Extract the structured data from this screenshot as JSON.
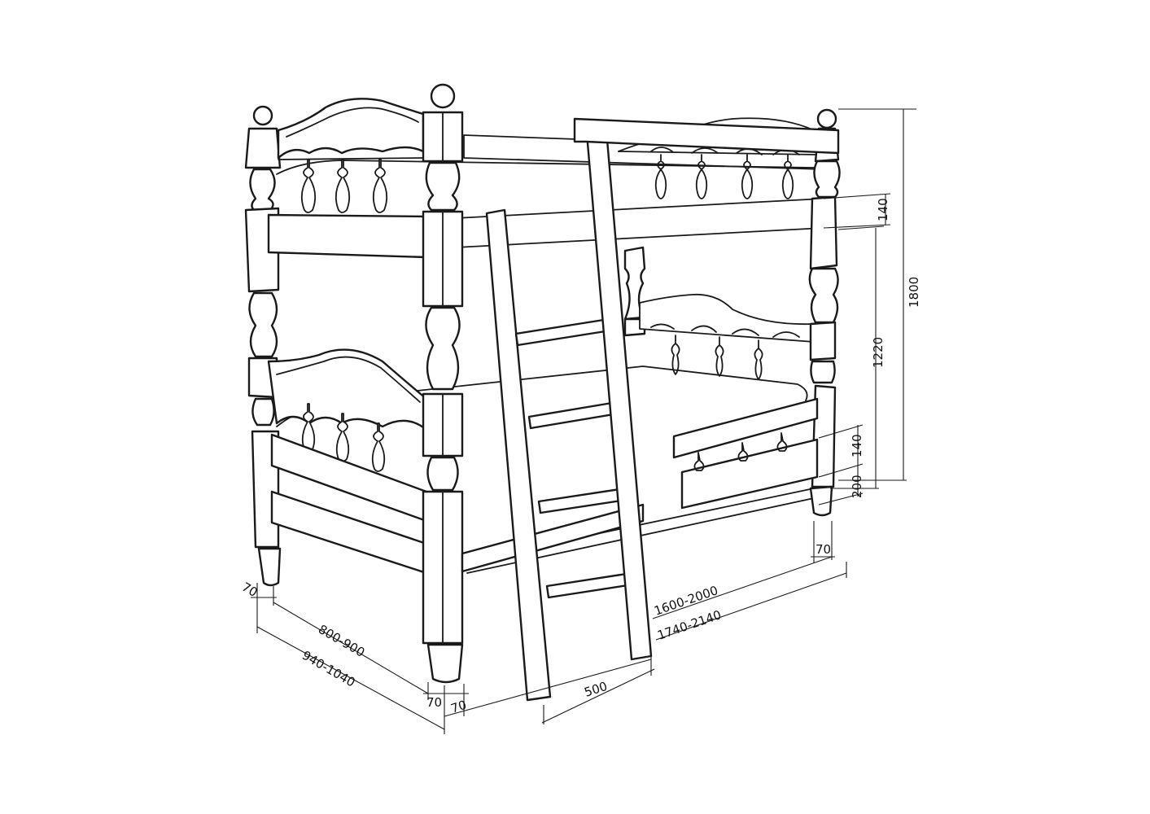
{
  "drawing": {
    "subject": "bunk bed with ladder",
    "line_color": "#1a1a1a",
    "background": "#ffffff"
  },
  "dimensions": {
    "height_total": "1800",
    "height_lower_to_upper": "1220",
    "top_rail_upper": "140",
    "rail_lower": "140",
    "leg_height": "200",
    "post_depth_right": "70",
    "post_depth_left": "70",
    "width_inner": "800-900",
    "width_outer": "940-1040",
    "post_width_front_a": "70",
    "post_width_front_b": "70",
    "ladder_offset": "500",
    "length_inner": "1600-2000",
    "length_outer": "1740-2140"
  }
}
